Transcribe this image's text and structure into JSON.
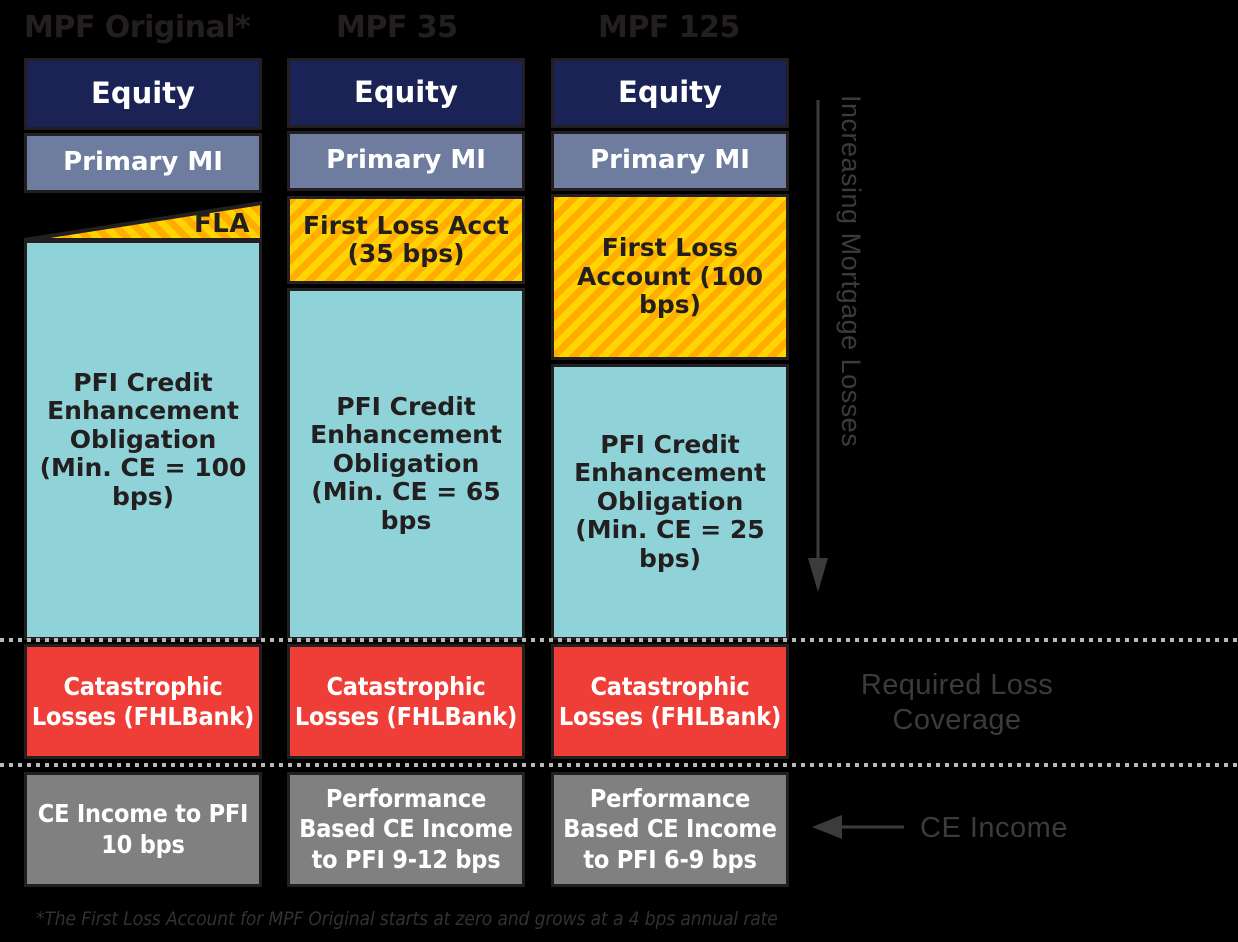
{
  "diagram": {
    "title_note": "MPF credit enhancement loss waterfall comparison",
    "columns": [
      {
        "header": "MPF Original*",
        "blocks": [
          {
            "key": "equity",
            "label": "Equity"
          },
          {
            "key": "primary",
            "label": "Primary MI"
          },
          {
            "key": "fla",
            "label": "FLA"
          },
          {
            "key": "pfi",
            "label": "PFI Credit Enhancement Obligation (Min. CE = 100 bps)"
          },
          {
            "key": "catastrophic",
            "label": "Catastrophic Losses (FHLBank)"
          },
          {
            "key": "ce_income",
            "label": "CE Income to PFI 10 bps"
          }
        ]
      },
      {
        "header": "MPF 35",
        "blocks": [
          {
            "key": "equity",
            "label": "Equity"
          },
          {
            "key": "primary",
            "label": "Primary MI"
          },
          {
            "key": "fla",
            "label": "First Loss Acct (35 bps)"
          },
          {
            "key": "pfi",
            "label": "PFI Credit Enhancement Obligation (Min. CE = 65 bps"
          },
          {
            "key": "catastrophic",
            "label": "Catastrophic Losses (FHLBank)"
          },
          {
            "key": "ce_income",
            "label": "Performance Based CE Income to PFI 9-12 bps"
          }
        ]
      },
      {
        "header": "MPF 125",
        "blocks": [
          {
            "key": "equity",
            "label": "Equity"
          },
          {
            "key": "primary",
            "label": "Primary MI"
          },
          {
            "key": "fla",
            "label": "First Loss Account (100 bps)"
          },
          {
            "key": "pfi",
            "label": "PFI Credit Enhancement Obligation (Min. CE = 25 bps)"
          },
          {
            "key": "catastrophic",
            "label": "Catastrophic Losses (FHLBank)"
          },
          {
            "key": "ce_income",
            "label": "Performance Based CE Income to PFI 6-9 bps"
          }
        ]
      }
    ],
    "annotations": {
      "increasing_losses": "Increasing Mortgage Losses",
      "required_loss_coverage": "Required Loss Coverage",
      "ce_income": "CE Income"
    },
    "footnote": "*The First Loss Account for MPF Original starts at zero and grows at a 4 bps annual rate",
    "colors": {
      "background": "#000000",
      "equity": "#1b2256",
      "primary_mi": "#6d7c9f",
      "first_loss_stripe_light": "#ffd400",
      "first_loss_stripe_dark": "#ffae00",
      "pfi": "#8fd3d8",
      "catastrophic": "#ef3e38",
      "ce_income": "#808080",
      "header_text": "#231f20",
      "annotation_text": "#3b3b3b",
      "border": "#231f20"
    }
  }
}
